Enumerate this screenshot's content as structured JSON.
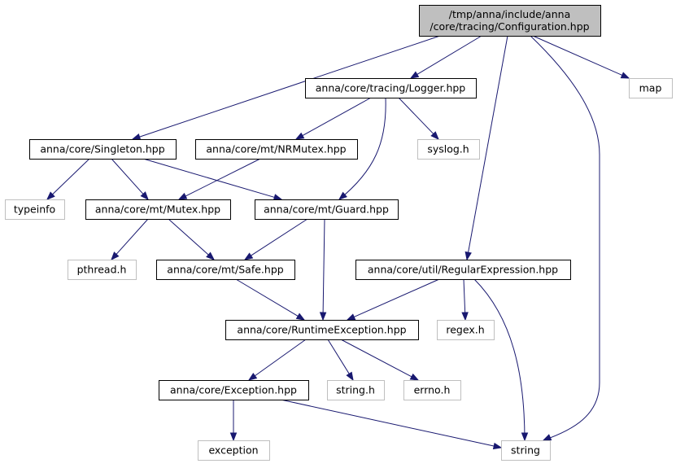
{
  "diagram": {
    "colors": {
      "root_fill": "#bfbfbf",
      "root_stroke": "#000000",
      "internal_fill": "#ffffff",
      "internal_stroke": "#000000",
      "external_fill": "#ffffff",
      "external_stroke": "#bfbfbf",
      "edge": "#191970"
    },
    "nodes": [
      {
        "id": "config",
        "kind": "root",
        "lines": [
          "/tmp/anna/include/anna",
          "/core/tracing/Configuration.hpp"
        ]
      },
      {
        "id": "logger",
        "kind": "internal",
        "lines": [
          "anna/core/tracing/Logger.hpp"
        ]
      },
      {
        "id": "map",
        "kind": "external",
        "lines": [
          "map"
        ]
      },
      {
        "id": "singleton",
        "kind": "internal",
        "lines": [
          "anna/core/Singleton.hpp"
        ]
      },
      {
        "id": "nrmutex",
        "kind": "internal",
        "lines": [
          "anna/core/mt/NRMutex.hpp"
        ]
      },
      {
        "id": "syslog",
        "kind": "external",
        "lines": [
          "syslog.h"
        ]
      },
      {
        "id": "typeinfo",
        "kind": "external",
        "lines": [
          "typeinfo"
        ]
      },
      {
        "id": "mutex",
        "kind": "internal",
        "lines": [
          "anna/core/mt/Mutex.hpp"
        ]
      },
      {
        "id": "guard",
        "kind": "internal",
        "lines": [
          "anna/core/mt/Guard.hpp"
        ]
      },
      {
        "id": "pthread",
        "kind": "external",
        "lines": [
          "pthread.h"
        ]
      },
      {
        "id": "safe",
        "kind": "internal",
        "lines": [
          "anna/core/mt/Safe.hpp"
        ]
      },
      {
        "id": "regexp",
        "kind": "internal",
        "lines": [
          "anna/core/util/RegularExpression.hpp"
        ]
      },
      {
        "id": "regexh",
        "kind": "external",
        "lines": [
          "regex.h"
        ]
      },
      {
        "id": "runtime",
        "kind": "internal",
        "lines": [
          "anna/core/RuntimeException.hpp"
        ]
      },
      {
        "id": "exceptionhpp",
        "kind": "internal",
        "lines": [
          "anna/core/Exception.hpp"
        ]
      },
      {
        "id": "stringh",
        "kind": "external",
        "lines": [
          "string.h"
        ]
      },
      {
        "id": "errno",
        "kind": "external",
        "lines": [
          "errno.h"
        ]
      },
      {
        "id": "exception",
        "kind": "external",
        "lines": [
          "exception"
        ]
      },
      {
        "id": "string",
        "kind": "external",
        "lines": [
          "string"
        ]
      }
    ],
    "edges": [
      {
        "from": "config",
        "to": "logger"
      },
      {
        "from": "config",
        "to": "map"
      },
      {
        "from": "config",
        "to": "singleton"
      },
      {
        "from": "config",
        "to": "regexp"
      },
      {
        "from": "config",
        "to": "string"
      },
      {
        "from": "logger",
        "to": "nrmutex"
      },
      {
        "from": "logger",
        "to": "syslog"
      },
      {
        "from": "logger",
        "to": "guard"
      },
      {
        "from": "singleton",
        "to": "typeinfo"
      },
      {
        "from": "singleton",
        "to": "mutex"
      },
      {
        "from": "singleton",
        "to": "guard"
      },
      {
        "from": "nrmutex",
        "to": "mutex"
      },
      {
        "from": "mutex",
        "to": "pthread"
      },
      {
        "from": "mutex",
        "to": "safe"
      },
      {
        "from": "guard",
        "to": "safe"
      },
      {
        "from": "guard",
        "to": "runtime"
      },
      {
        "from": "safe",
        "to": "runtime"
      },
      {
        "from": "regexp",
        "to": "runtime"
      },
      {
        "from": "regexp",
        "to": "regexh"
      },
      {
        "from": "regexp",
        "to": "string"
      },
      {
        "from": "runtime",
        "to": "exceptionhpp"
      },
      {
        "from": "runtime",
        "to": "stringh"
      },
      {
        "from": "runtime",
        "to": "errno"
      },
      {
        "from": "exceptionhpp",
        "to": "exception"
      },
      {
        "from": "exceptionhpp",
        "to": "string"
      }
    ]
  }
}
